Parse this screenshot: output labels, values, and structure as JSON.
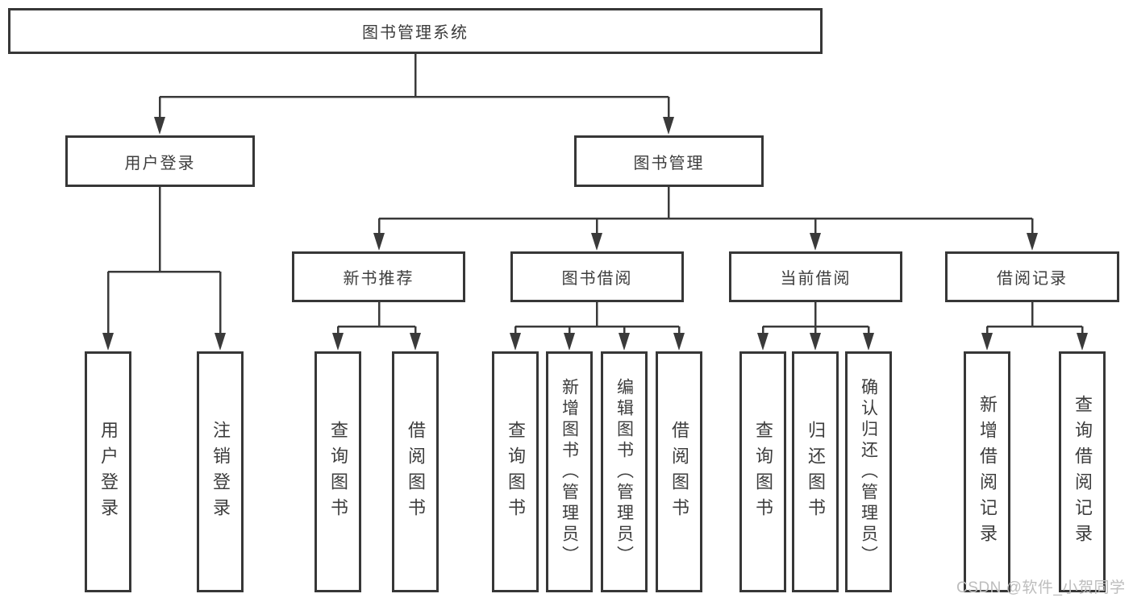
{
  "diagram": {
    "root": "图书管理系统",
    "level2": [
      "用户登录",
      "图书管理"
    ],
    "level3": [
      "新书推荐",
      "图书借阅",
      "当前借阅",
      "借阅记录"
    ],
    "leaves": [
      "用户登录",
      "注销登录",
      "查询图书",
      "借阅图书",
      "查询图书",
      "新增图书（管理员）",
      "编辑图书（管理员）",
      "借阅图书",
      "查询图书",
      "归还图书",
      "确认归还（管理员）",
      "新增借阅记录",
      "查询借阅记录"
    ],
    "watermark": "CSDN @软件_小贺同学",
    "colors": {
      "line": "#3a3a3a",
      "border": "#373737",
      "text": "#3d3d3d",
      "watermark": "#bdbdbd"
    }
  }
}
